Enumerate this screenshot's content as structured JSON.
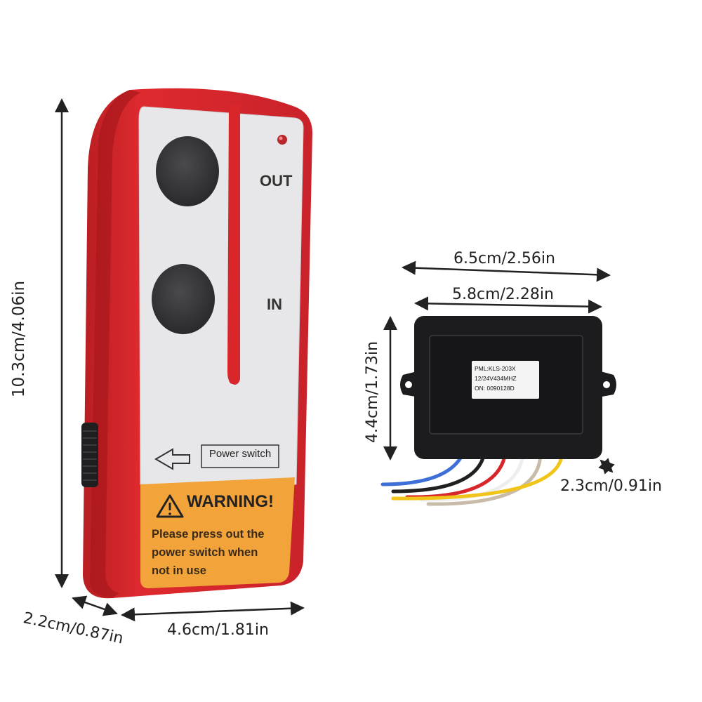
{
  "remote": {
    "out_label": "OUT",
    "in_label": "IN",
    "power_switch_label": "Power switch",
    "warning_title": "WARNING!",
    "warning_lines": [
      "Please press out the",
      "power switch when",
      "not  in use"
    ],
    "body_color": "#d8262b",
    "face_color": "#e9e9ea",
    "warning_color": "#f2a43a"
  },
  "receiver": {
    "label_lines": [
      "PML:KLS-203X",
      "12/24V434MHZ",
      "ON: 0090128D"
    ],
    "body_color": "#1c1c1e",
    "wire_colors": [
      "#3d6fd6",
      "#202020",
      "#d8262b",
      "#eeeeee",
      "#c8bca8",
      "#f0c419"
    ]
  },
  "dimensions": {
    "remote_height": "10.3cm/4.06in",
    "remote_depth": "2.2cm/0.87in",
    "remote_width": "4.6cm/1.81in",
    "receiver_outer_width": "6.5cm/2.56in",
    "receiver_inner_width": "5.8cm/2.28in",
    "receiver_height": "4.4cm/1.73in",
    "receiver_depth": "2.3cm/0.91in"
  }
}
